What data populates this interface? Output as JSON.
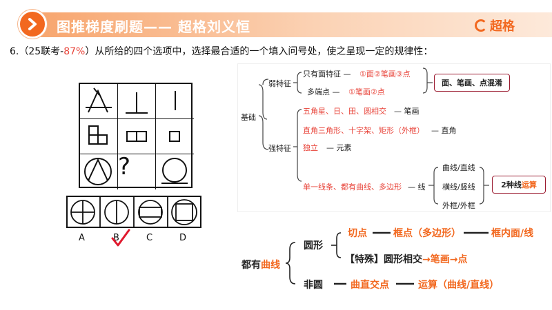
{
  "header": {
    "title": "图推梯度刷题—— 超格刘义恒",
    "brand": "超格"
  },
  "question": {
    "prefix": "6.（25联考-",
    "pct": "87%",
    "suffix": "）从所给的四个选项中，选择最合适的一个填入问号处，使之呈现一定的规律性："
  },
  "puzzle": {
    "question_mark": "?",
    "options": [
      "A",
      "B",
      "C",
      "D"
    ],
    "answer": "B"
  },
  "diagram1": {
    "root": "基础",
    "weak": "弱特征",
    "weak_item1_label": "只有面特征 —",
    "weak_item1_value": "①面②笔画③点",
    "weak_item2_label": "多端点 —",
    "weak_item2_value": "①笔画②点",
    "weak_box": "面、笔画、点混淆",
    "strong": "强特征",
    "s1_red": "五角星、日、田、圆相交",
    "s1_tail": "— 笔画",
    "s2_red": "直角三角形、十字架、矩形（外框）",
    "s2_tail": "— 直角",
    "s3_red": "独立",
    "s3_tail": "— 元素",
    "s4_red": "单一线条、都有曲线、多边形",
    "s4_tail": "— 线",
    "line_items": [
      "曲线/直线",
      "横线/竖线",
      "外框/外框"
    ],
    "line_box_black": "2种线",
    "line_box_orange": "运算"
  },
  "diagram2": {
    "root_black": "都有",
    "root_orange": "曲线",
    "circle": "圆形",
    "c1_a": "切点",
    "c1_b": "框点（多边形）",
    "c1_c": "框内面/线",
    "c2_black": "【特殊】圆形相交",
    "c2_orange": "→笔画→点",
    "noncircle": "非圆",
    "n1_a": "曲直交点",
    "n1_b": "运算（曲线/直线）"
  },
  "colors": {
    "accent": "#f2681f",
    "red": "#e8443a",
    "box_border": "#9b1b30"
  }
}
